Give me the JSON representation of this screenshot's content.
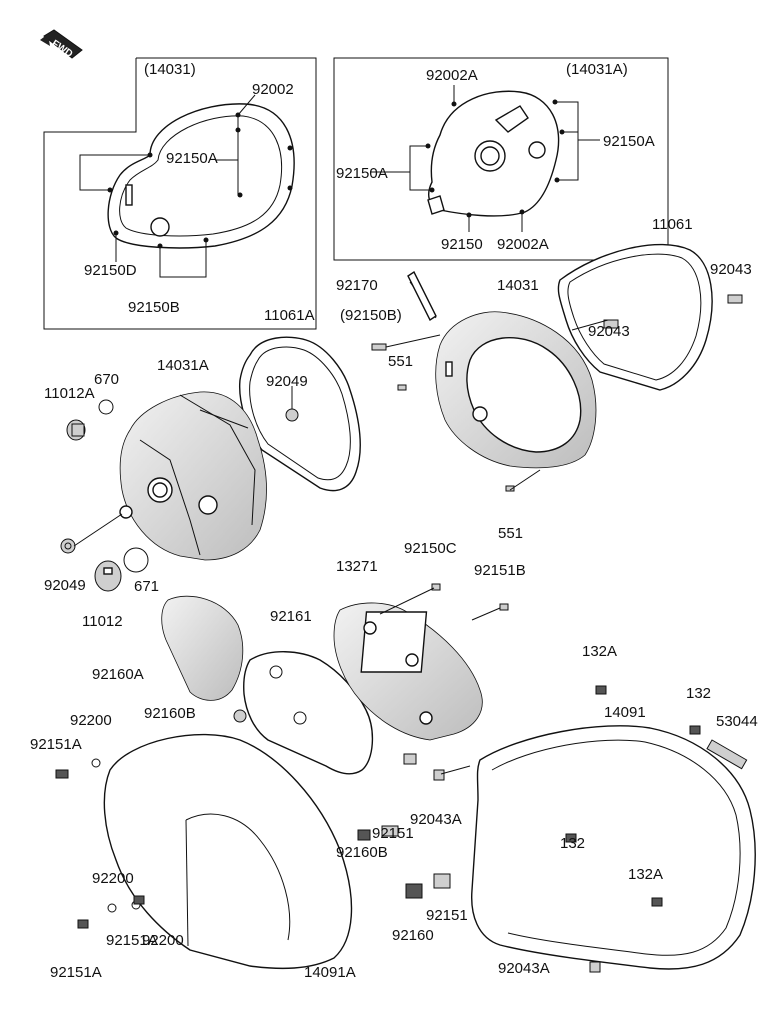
{
  "direction_badge": "FWD",
  "inset_left": {
    "title": "(14031)",
    "labels": {
      "l92002": "92002",
      "l92150A": "92150A",
      "l92150D": "92150D",
      "l92150B": "92150B"
    }
  },
  "inset_right": {
    "title": "(14031A)",
    "labels": {
      "l92002A_top": "92002A",
      "l92150A_right": "92150A",
      "l92150A_left": "92150A",
      "l92150": "92150",
      "l92002A_bottom": "92002A"
    }
  },
  "labels": {
    "p11061": "11061",
    "p92043_a": "92043",
    "p92170": "92170",
    "p14031": "14031",
    "p92150B_paren": "(92150B)",
    "p92043_b": "92043",
    "p551_a": "551",
    "p11061A": "11061A",
    "p670": "670",
    "p14031A": "14031A",
    "p11012A": "11012A",
    "p92049_a": "92049",
    "p551_b": "551",
    "p92049_b": "92049",
    "p671": "671",
    "p11012": "11012",
    "p92150C": "92150C",
    "p13271": "13271",
    "p92151B": "92151B",
    "p92161": "92161",
    "p92160A": "92160A",
    "p132A_a": "132A",
    "p132_a": "132",
    "p14091": "14091",
    "p53044": "53044",
    "p92160B_a": "92160B",
    "p92200_a": "92200",
    "p92151A_a": "92151A",
    "p92043A_a": "92043A",
    "p92151_a": "92151",
    "p92160B_b": "92160B",
    "p132_b": "132",
    "p132A_b": "132A",
    "p92200_b": "92200",
    "p92151A_b": "92151A",
    "p92200_c": "92200",
    "p92151A_c": "92151A",
    "p92160": "92160",
    "p92151_b": "92151",
    "p14091A": "14091A",
    "p92043A_b": "92043A"
  }
}
